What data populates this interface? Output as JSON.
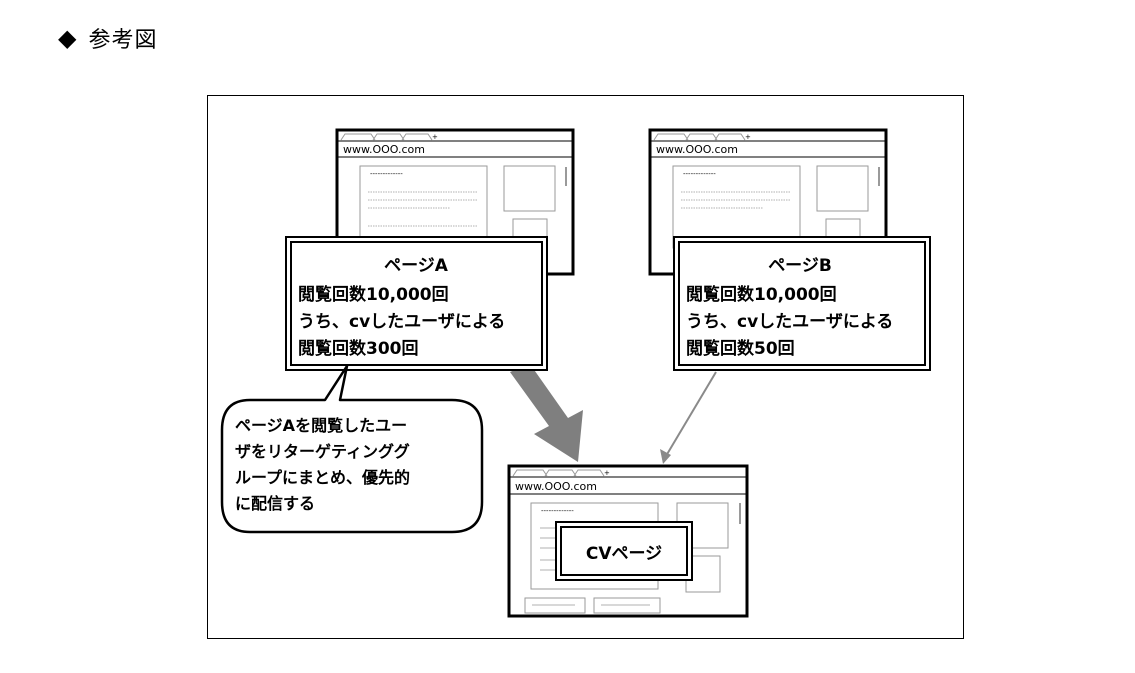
{
  "heading": {
    "bullet": "◆",
    "title": "参考図"
  },
  "browsers": {
    "url_a": "www.OOO.com",
    "url_b": "www.OOO.com",
    "url_cv": "www.OOO.com",
    "placeholder_dashes": "-------------"
  },
  "page_a": {
    "title": "ページA",
    "line1": "閲覧回数10,000回",
    "line2": "うち、cvしたユーザによる",
    "line3": "閲覧回数300回"
  },
  "page_b": {
    "title": "ページB",
    "line1": "閲覧回数10,000回",
    "line2": "うち、cvしたユーザによる",
    "line3": "閲覧回数50回"
  },
  "callout": {
    "line1": "ページAを閲覧したユー",
    "line2": "ザをリターゲティンググ",
    "line3": "ループにまとめ、優先的",
    "line4": "に配信する"
  },
  "cv_page": {
    "label": "CVページ"
  },
  "colors": {
    "arrow_thick": "#7f7f7f",
    "arrow_thin": "#8a8a8a",
    "browser_line": "#9a9a9a"
  }
}
